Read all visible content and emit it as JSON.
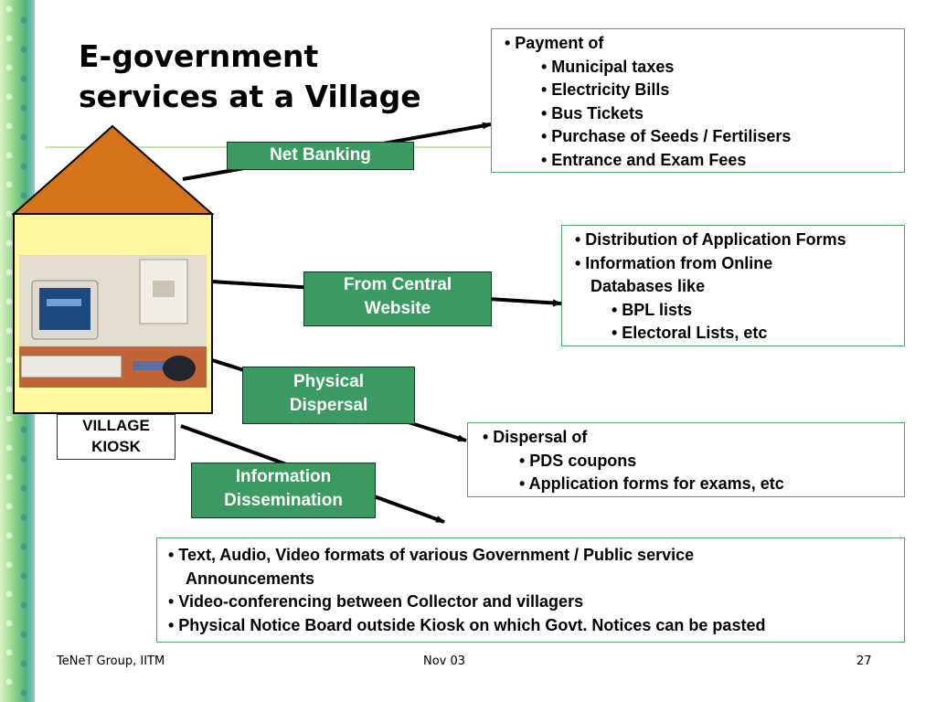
{
  "slide": {
    "title_line1": "E-government",
    "title_line2": "services at a Village"
  },
  "kiosk": {
    "label_line1": "VILLAGE",
    "label_line2": "KIOSK"
  },
  "services": [
    {
      "label_line1": "Net Banking",
      "label_line2": ""
    },
    {
      "label_line1": "From Central",
      "label_line2": "Website"
    },
    {
      "label_line1": "Physical",
      "label_line2": "Dispersal"
    },
    {
      "label_line1": "Information",
      "label_line2": "Dissemination"
    }
  ],
  "details": {
    "banking": [
      "• Payment of",
      "• Municipal taxes",
      "• Electricity Bills",
      "• Bus Tickets",
      "• Purchase of Seeds / Fertilisers",
      "• Entrance and Exam Fees"
    ],
    "website": [
      "• Distribution of Application Forms",
      "• Information from Online",
      "Databases like",
      "• BPL lists",
      "• Electoral Lists, etc"
    ],
    "dispersal": [
      "• Dispersal of",
      "• PDS coupons",
      "• Application forms for exams, etc"
    ],
    "dissemination": [
      "• Text, Audio, Video formats of various Government / Public service",
      "Announcements",
      "• Video-conferencing between Collector and villagers",
      "• Physical Notice Board outside Kiosk on which Govt. Notices can be pasted"
    ]
  },
  "footer": {
    "left": "TeNeT Group, IITM",
    "center": "Nov 03",
    "right": "27"
  },
  "colors": {
    "service_box": "#3a9a62",
    "roof": "#d4731a",
    "wall": "#fff7a0",
    "accent_border": "#4aa36c"
  }
}
